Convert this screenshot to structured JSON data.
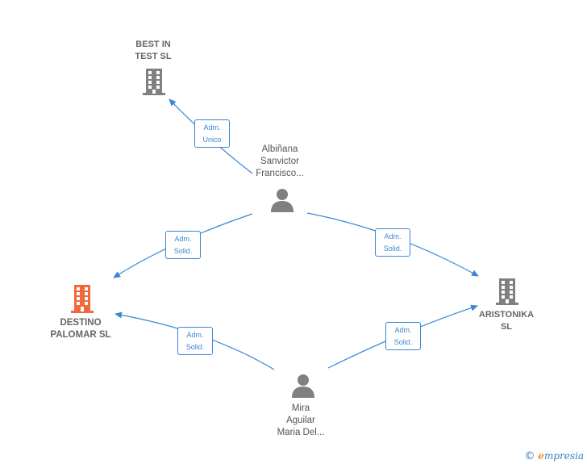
{
  "nodes": {
    "best_in_test": {
      "line1": "BEST IN",
      "line2": "TEST  SL",
      "type": "company",
      "color": "#808080"
    },
    "destino_palomar": {
      "line1": "DESTINO",
      "line2": "PALOMAR  SL",
      "type": "company",
      "color": "#f2683a"
    },
    "aristonika": {
      "line1": "ARISTONIKA",
      "line2": "SL",
      "type": "company",
      "color": "#808080"
    },
    "albinana": {
      "line1": "Albiñana",
      "line2": "Sanvictor",
      "line3": "Francisco...",
      "type": "person",
      "color": "#808080"
    },
    "mira": {
      "line1": "Mira",
      "line2": "Aguilar",
      "line3": "Maria Del...",
      "type": "person",
      "color": "#808080"
    }
  },
  "edges": [
    {
      "from": "albinana",
      "to": "best_in_test",
      "role_line1": "Adm.",
      "role_line2": "Unico"
    },
    {
      "from": "albinana",
      "to": "destino_palomar",
      "role_line1": "Adm.",
      "role_line2": "Solid."
    },
    {
      "from": "albinana",
      "to": "aristonika",
      "role_line1": "Adm.",
      "role_line2": "Solid."
    },
    {
      "from": "mira",
      "to": "destino_palomar",
      "role_line1": "Adm.",
      "role_line2": "Solid."
    },
    {
      "from": "mira",
      "to": "aristonika",
      "role_line1": "Adm.",
      "role_line2": "Solid."
    }
  ],
  "colors": {
    "edge": "#3a86d4"
  },
  "brand": {
    "copyright": "©",
    "name_first": "e",
    "name_rest": "mpresia"
  }
}
